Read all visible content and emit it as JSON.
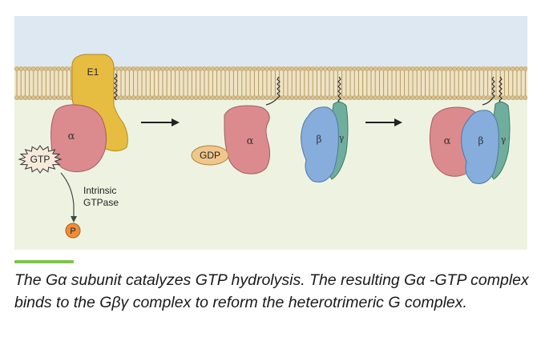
{
  "diagram": {
    "labels": {
      "e1": "E1",
      "alpha_left": "α",
      "gtp": "GTP",
      "intrinsic_line1": "Intrinsic",
      "intrinsic_line2": "GTPase",
      "phosphate": "P",
      "gdp": "GDP",
      "alpha_middle": "α",
      "beta_middle": "β",
      "gamma_middle": "γ",
      "alpha_right": "α",
      "beta_right": "β",
      "gamma_right": "γ"
    },
    "colors": {
      "background_top": "#dde8f2",
      "background_bottom": "#eef3e1",
      "membrane_head": "#d8c08e",
      "membrane_tail": "#b39a63",
      "e1_protein": "#e7bd41",
      "g_alpha": "#db8b8e",
      "g_beta": "#86addb",
      "g_gamma": "#6fae9c",
      "gdp_badge": "#f0c78a",
      "phosphate": "#ef8c39",
      "arrow": "#222222"
    }
  },
  "caption": {
    "text": "The Gα subunit catalyzes GTP hydrolysis. The resulting Gα -GTP complex binds to the Gβγ complex to reform the heterotrimeric G complex."
  },
  "accent_color": "#7fc24f"
}
